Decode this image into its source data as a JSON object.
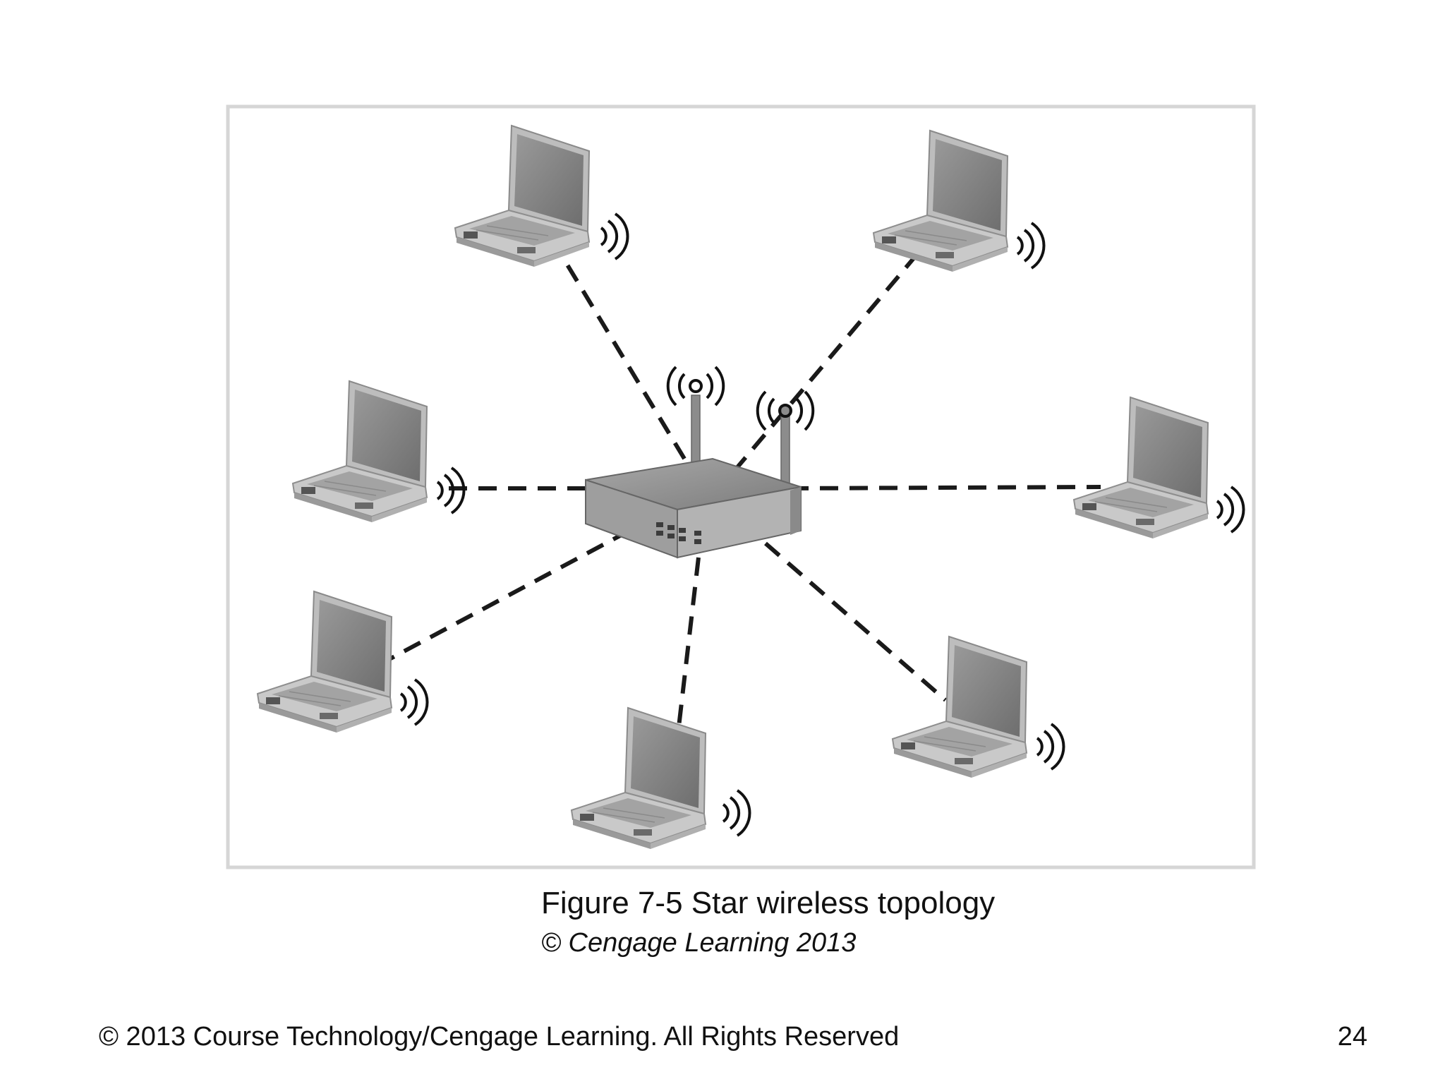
{
  "figure": {
    "caption": "Figure 7-5 Star wireless topology",
    "credit": "© Cengage Learning 2013"
  },
  "diagram": {
    "hub": "wireless-access-point",
    "nodes": [
      "laptop",
      "laptop",
      "laptop",
      "laptop",
      "laptop",
      "laptop",
      "laptop"
    ],
    "link_style": "dashed"
  },
  "footer": {
    "copyright": "© 2013 Course Technology/Cengage Learning. All Rights Reserved",
    "page_number": "24"
  }
}
